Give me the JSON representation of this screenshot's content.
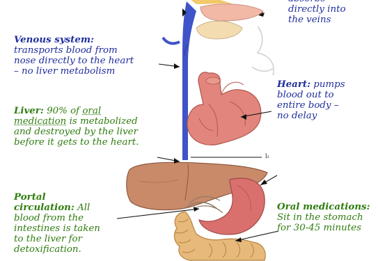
{
  "labels": {
    "nose": {
      "line1": "absorbs",
      "line2": "directly into",
      "line3": "the veins",
      "color": "#1f2e9c"
    },
    "venous": {
      "title": "Venous system:",
      "line1": "transports blood from",
      "line2": "nose directly to the heart",
      "line3": "– no liver metabolism",
      "color": "#1f2e9c"
    },
    "heart": {
      "title": "Heart:",
      "line1_rest": " pumps",
      "line2": "blood out to",
      "line3": "entire body –",
      "line4": "no delay",
      "color": "#1f2e9c"
    },
    "liver": {
      "title": "Liver:",
      "pct": " 90% of ",
      "oral": "oral",
      "medication": "medication",
      "line2_rest": " is metabolized",
      "line3": "and destroyed by the liver",
      "line4": "before it gets to the heart.",
      "color": "#2f7d0f"
    },
    "portal": {
      "title1": "Portal",
      "title2": "circulation:",
      "line2_rest": " All",
      "line3": "blood from the",
      "line4": "intestines is taken",
      "line5": "to the liver for",
      "line6": "detoxification.",
      "color": "#2f7d0f"
    },
    "oral": {
      "title": "Oral medications:",
      "line1": "Sit in the stomach",
      "line2": "for 30-45 minutes",
      "color": "#2f7d0f"
    },
    "tick": "l₁"
  },
  "colors": {
    "vein": "#3f54c8",
    "heart": "#e2857c",
    "liver": "#c98a6a",
    "stomach": "#d9706e",
    "intestine": "#e7b97a",
    "nose": "#f1b9a6",
    "outline": "#a7a7a7"
  },
  "icons": [
    "anatomy-figure"
  ]
}
